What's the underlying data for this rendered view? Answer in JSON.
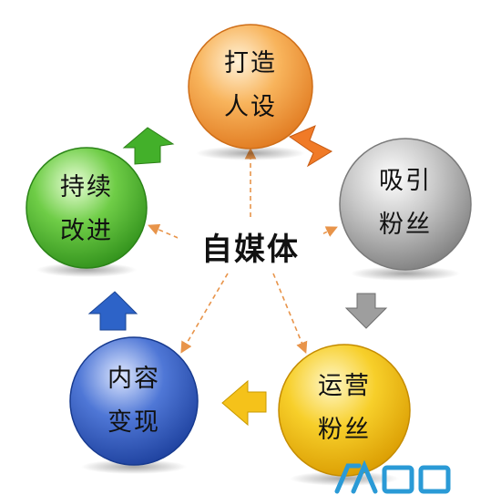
{
  "center": {
    "label": "自媒体"
  },
  "nodes": [
    {
      "id": "top",
      "line1": "打造",
      "line2": "人设",
      "color": "#f4a13e"
    },
    {
      "id": "right",
      "line1": "吸引",
      "line2": "粉丝",
      "color": "#a9a9a9"
    },
    {
      "id": "bottom_right",
      "line1": "运营",
      "line2": "粉丝",
      "color": "#f3c21e"
    },
    {
      "id": "bottom_left",
      "line1": "内容",
      "line2": "变现",
      "color": "#3a62c2"
    },
    {
      "id": "left",
      "line1": "持续",
      "line2": "改进",
      "color": "#5cbf3a"
    }
  ],
  "colors": {
    "connector": "#e8944a",
    "arrow_orange": "#f07a27",
    "arrow_gray": "#9e9e9e",
    "arrow_yellow": "#f5c21a",
    "arrow_blue": "#2d63c8",
    "arrow_green": "#43b02a"
  }
}
